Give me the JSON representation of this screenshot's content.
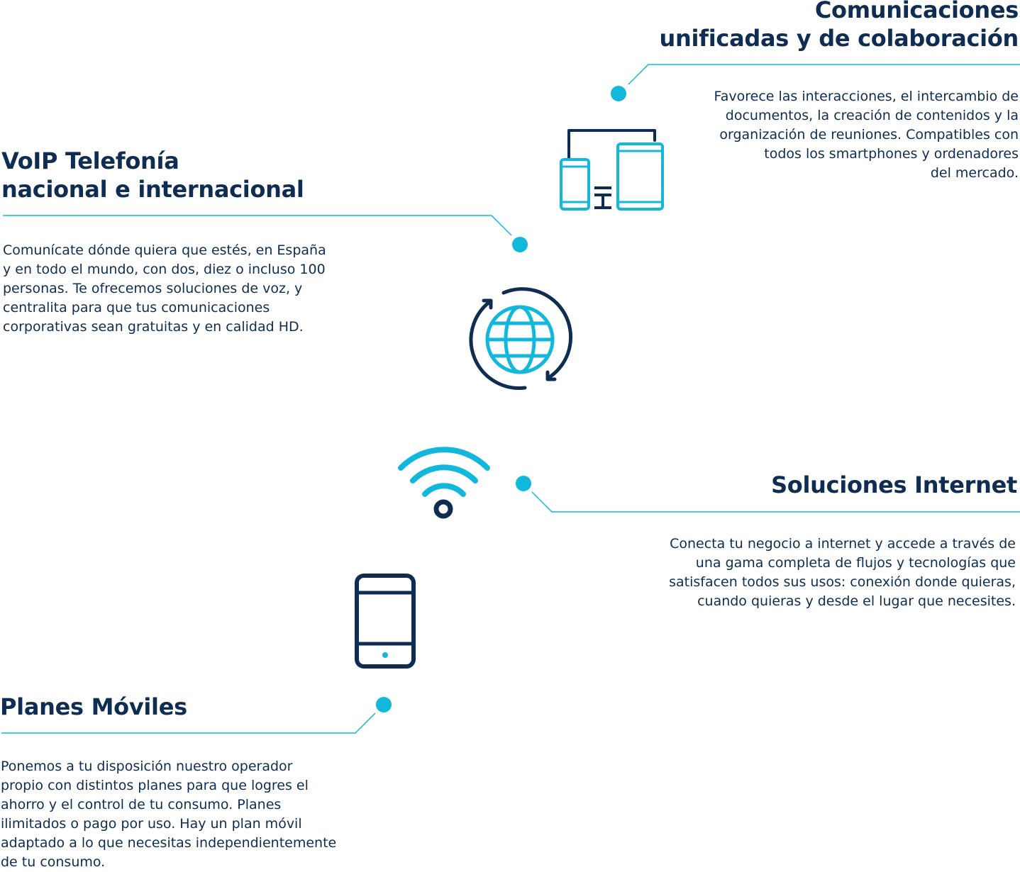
{
  "colors": {
    "navy": "#0f2d52",
    "cyan": "#12b8dc"
  },
  "sections": {
    "comunicaciones": {
      "icon": "devices-icon",
      "title_line1": "Comunicaciones",
      "title_line2": "unificadas y de colaboración",
      "desc_lines": [
        "Favorece las interacciones, el intercambio de",
        "documentos, la creación de contenidos y la",
        "organización de reuniones. Compatibles con",
        "todos los smartphones y ordenadores",
        "del mercado."
      ]
    },
    "voip": {
      "icon": "globe-refresh-icon",
      "title_line1": "VoIP Telefonía",
      "title_line2": "nacional e internacional",
      "desc_lines": [
        "Comunícate dónde quiera que estés, en España",
        "y en todo el mundo, con dos, diez o incluso 100",
        "personas. Te ofrecemos soluciones de voz, y",
        "centralita para que tus comunicaciones",
        "corporativas sean gratuitas y en calidad HD."
      ]
    },
    "internet": {
      "icon": "wifi-icon",
      "title": "Soluciones Internet",
      "desc_lines": [
        "Conecta tu negocio a internet y accede a través de",
        "una gama completa de flujos y tecnologías que",
        "satisfacen todos sus usos: conexión donde quieras,",
        "cuando quieras y desde el lugar que necesites."
      ]
    },
    "moviles": {
      "icon": "smartphone-icon",
      "title": "Planes Móviles",
      "desc_lines": [
        "Ponemos a tu disposición nuestro operador",
        "propio con distintos planes para que  logres el",
        "ahorro y el control de tu consumo. Planes",
        "ilimitados o pago por uso. Hay un plan móvil",
        "adaptado a lo que necesitas independientemente",
        "de tu consumo."
      ]
    }
  }
}
